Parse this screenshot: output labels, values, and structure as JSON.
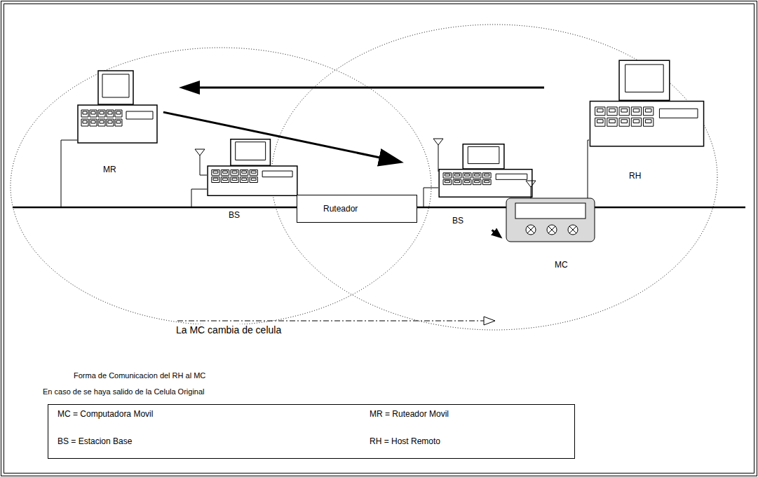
{
  "diagram": {
    "nodes": [
      {
        "text": [
          "MR"
        ]
      },
      {
        "text": [
          "BS"
        ]
      },
      {
        "text": [
          "Ruteador"
        ]
      },
      {
        "text": [
          "BS"
        ]
      },
      {
        "text": [
          "RH"
        ]
      },
      {
        "text": [
          "MC"
        ]
      },
      {
        "text": [
          "MC = Computadora Movil",
          "MR = Ruteador Movil",
          "BS = Estacion Base",
          "RH = Host Remoto"
        ]
      }
    ],
    "edges": [
      {
        "from": 4,
        "to": 0,
        "arrow": "to"
      },
      {
        "from": 0,
        "to": 3,
        "arrow": "to"
      },
      {
        "from": 3,
        "to": 5,
        "arrow": "to"
      }
    ],
    "labels": [
      "La MC cambia de celula",
      "Forma de Comunicacion del RH al MC",
      "En caso de se haya salido de la Celula Original"
    ]
  }
}
